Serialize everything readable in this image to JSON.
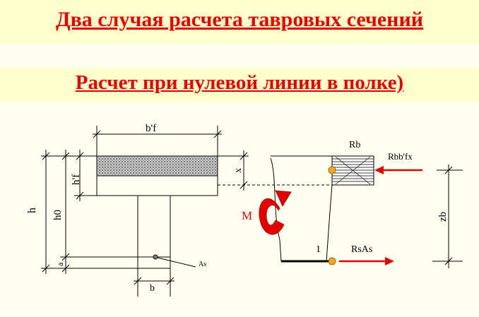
{
  "header": {
    "title": "Два случая расчета тавровых сечений",
    "subtitle": "Расчет при нулевой линии в полке)"
  },
  "diagram": {
    "labels": {
      "flange_width": "b'f",
      "flange_height": "h'f",
      "total_height": "h",
      "effective_height": "h0",
      "cover": "a",
      "web_width": "b",
      "steel_area": "As",
      "compressed_zone": "x",
      "moment": "M",
      "concrete_resultant": "Rb",
      "concrete_force": "Rbb'fx",
      "steel_force": "RsAs",
      "lever_arm": "zb",
      "index_one": "1"
    }
  },
  "colors": {
    "title_red": "#e10000",
    "banner": "#ffffcc",
    "moment_arrow": "#e00000",
    "force_arrow": "#e00000",
    "point": "#f5a623"
  }
}
